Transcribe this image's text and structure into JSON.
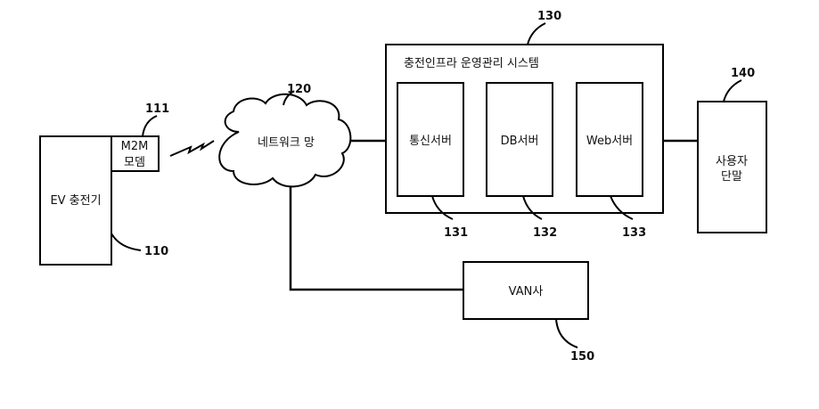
{
  "nodes": {
    "charger": {
      "label": "EV 충전기",
      "ref": "110"
    },
    "modem": {
      "label_line1": "M2M",
      "label_line2": "모뎀",
      "ref": "111"
    },
    "network": {
      "label": "네트워크 망",
      "ref": "120"
    },
    "system": {
      "label": "충전인프라 운영관리 시스템",
      "ref": "130"
    },
    "comm_server": {
      "label": "통신서버",
      "ref": "131"
    },
    "db_server": {
      "label": "DB서버",
      "ref": "132"
    },
    "web_server": {
      "label": "Web서버",
      "ref": "133"
    },
    "user_terminal": {
      "label_line1": "사용자",
      "label_line2": "단말",
      "ref": "140"
    },
    "van": {
      "label": "VAN사",
      "ref": "150"
    }
  },
  "colors": {
    "stroke": "#000000",
    "background": "#ffffff"
  }
}
